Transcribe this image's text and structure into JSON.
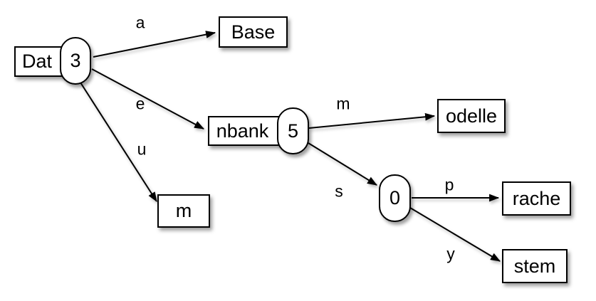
{
  "diagram": {
    "type": "trie-tree",
    "colors": {
      "background": "#ffffff",
      "node_fill": "#ffffff",
      "stroke": "#000000",
      "shadow": "rgba(0,0,0,0.38)"
    },
    "nodes": {
      "dat": {
        "label": "Dat",
        "count": "3"
      },
      "base": {
        "label": "Base"
      },
      "nbank": {
        "label": "nbank",
        "count": "5"
      },
      "m": {
        "label": "m"
      },
      "odelle": {
        "label": "odelle"
      },
      "zero": {
        "count": "0"
      },
      "rache": {
        "label": "rache"
      },
      "stem": {
        "label": "stem"
      }
    },
    "edge_labels": {
      "a": "a",
      "e": "e",
      "u": "u",
      "m": "m",
      "s": "s",
      "p": "p",
      "y": "y"
    }
  }
}
